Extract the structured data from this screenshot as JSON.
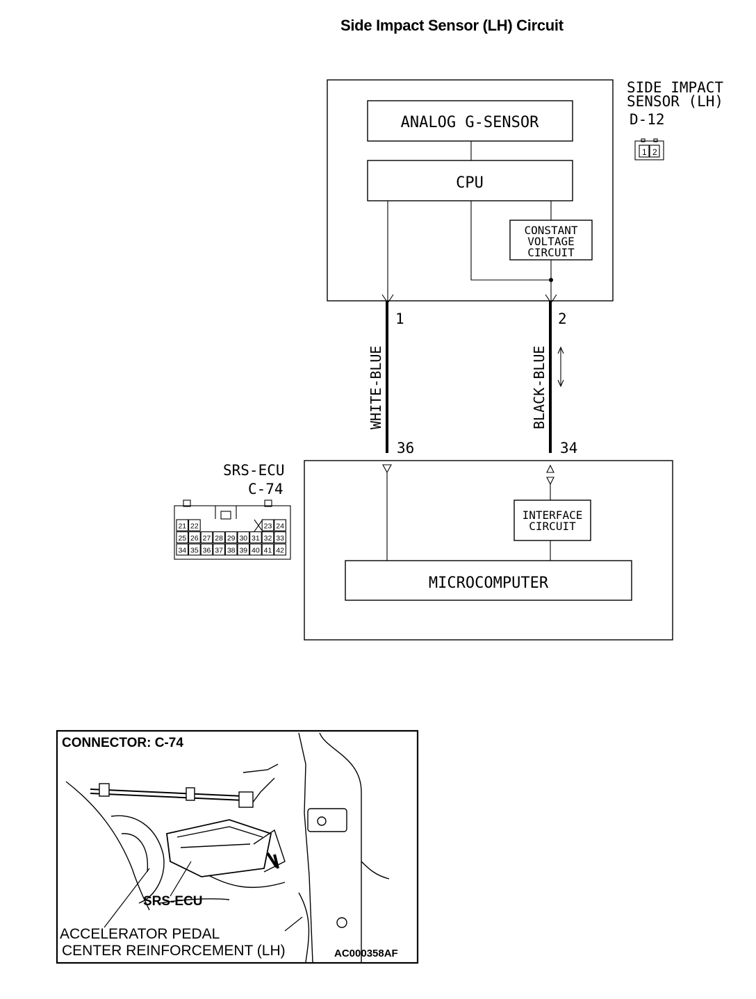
{
  "title": "Side Impact Sensor (LH) Circuit",
  "sensor": {
    "name_line1": "SIDE IMPACT",
    "name_line2": "SENSOR (LH)",
    "connector": "D-12",
    "connector_pins": [
      "1",
      "2"
    ],
    "analog_block": "ANALOG G-SENSOR",
    "cpu_block": "CPU",
    "constant_voltage_line1": "CONSTANT",
    "constant_voltage_line2": "VOLTAGE",
    "constant_voltage_line3": "CIRCUIT"
  },
  "wires": [
    {
      "color": "WHITE-BLUE",
      "sensor_pin": "1",
      "ecu_pin": "36"
    },
    {
      "color": "BLACK-BLUE",
      "sensor_pin": "2",
      "ecu_pin": "34"
    }
  ],
  "ecu": {
    "name": "SRS-ECU",
    "connector": "C-74",
    "interface_line1": "INTERFACE",
    "interface_line2": "CIRCUIT",
    "microcomputer": "MICROCOMPUTER",
    "connector_rows": [
      [
        "21",
        "22",
        "",
        "",
        "",
        "",
        "",
        "23",
        "24"
      ],
      [
        "25",
        "26",
        "27",
        "28",
        "29",
        "30",
        "31",
        "32",
        "33"
      ],
      [
        "34",
        "35",
        "36",
        "37",
        "38",
        "39",
        "40",
        "41",
        "42"
      ]
    ]
  },
  "photo": {
    "header": "CONNECTOR: C-74",
    "label_srs_ecu": "SRS-ECU",
    "label_line1": "ACCELERATOR PEDAL",
    "label_line2": "CENTER REINFORCEMENT (LH)",
    "code": "AC000358AF"
  }
}
